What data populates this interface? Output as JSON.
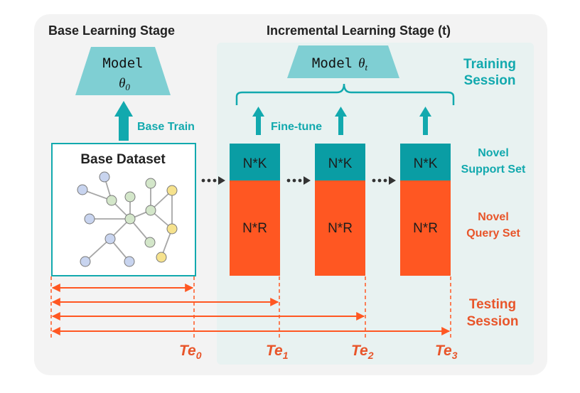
{
  "base_stage": {
    "title": "Base Learning Stage",
    "model_label": "Model",
    "model_param": "θ0",
    "train_label": "Base Train",
    "dataset_title": "Base Dataset"
  },
  "incremental_stage": {
    "title": "Incremental Learning Stage (t)",
    "model_label": "Model",
    "model_param": "θt",
    "finetune_label": "Fine-tune",
    "training_session_line1": "Training",
    "training_session_line2": "Session",
    "support_set_line1": "Novel",
    "support_set_line2": "Support Set",
    "query_set_line1": "Novel",
    "query_set_line2": "Query Set",
    "sessions": [
      {
        "support_label": "N*K",
        "query_label": "N*R"
      },
      {
        "support_label": "N*K",
        "query_label": "N*R"
      },
      {
        "support_label": "N*K",
        "query_label": "N*R"
      }
    ]
  },
  "testing": {
    "line1": "Testing",
    "line2": "Session",
    "times": [
      {
        "base": "Te",
        "sub": "0"
      },
      {
        "base": "Te",
        "sub": "1"
      },
      {
        "base": "Te",
        "sub": "2"
      },
      {
        "base": "Te",
        "sub": "3"
      }
    ]
  },
  "colors": {
    "teal": "#12a9ae",
    "teal_dark": "#0a9da4",
    "model_fill": "#7fcfd3",
    "orange": "#ff5722",
    "orange_text": "#e8552a",
    "panel_bg": "#f3f3f3",
    "inc_bg": "#e8f2f1",
    "node_blue": "#c8d4ef",
    "node_green": "#d3e6c9",
    "node_yellow": "#f6e28d"
  }
}
